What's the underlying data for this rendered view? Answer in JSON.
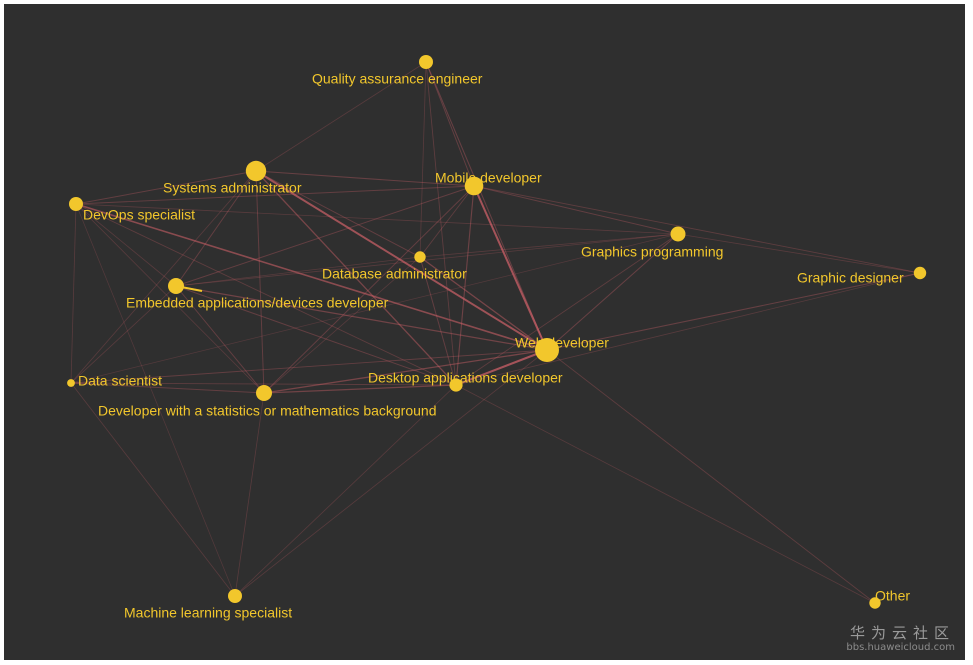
{
  "colors": {
    "background": "#2f2f2f",
    "node": "#f2c72c",
    "label": "#f2c72c",
    "edge": "#d9646c"
  },
  "nodes": [
    {
      "id": "qa",
      "label": "Quality assurance engineer",
      "weight": 0.45
    },
    {
      "id": "sysadmin",
      "label": "Systems administrator",
      "weight": 0.8
    },
    {
      "id": "mobile",
      "label": "Mobile developer",
      "weight": 0.7
    },
    {
      "id": "devops",
      "label": "DevOps specialist",
      "weight": 0.45
    },
    {
      "id": "graphics",
      "label": "Graphics programming",
      "weight": 0.5
    },
    {
      "id": "dba",
      "label": "Database administrator",
      "weight": 0.3
    },
    {
      "id": "designer",
      "label": "Graphic designer",
      "weight": 0.35
    },
    {
      "id": "embedded",
      "label": "Embedded applications/devices developer",
      "weight": 0.55
    },
    {
      "id": "web",
      "label": "Web developer",
      "weight": 1.0
    },
    {
      "id": "datasci",
      "label": "Data scientist",
      "weight": 0.1
    },
    {
      "id": "desktop",
      "label": "Desktop applications developer",
      "weight": 0.4
    },
    {
      "id": "stats",
      "label": "Developer with a statistics or mathematics background",
      "weight": 0.55
    },
    {
      "id": "ml",
      "label": "Machine learning specialist",
      "weight": 0.45
    },
    {
      "id": "other",
      "label": "Other",
      "weight": 0.3
    }
  ],
  "edges": [
    [
      "sysadmin",
      "web",
      0.9
    ],
    [
      "mobile",
      "web",
      0.95
    ],
    [
      "desktop",
      "web",
      0.95
    ],
    [
      "devops",
      "web",
      0.7
    ],
    [
      "sysadmin",
      "desktop",
      0.5
    ],
    [
      "dba",
      "web",
      0.5
    ],
    [
      "embedded",
      "web",
      0.45
    ],
    [
      "stats",
      "web",
      0.5
    ],
    [
      "stats",
      "desktop",
      0.45
    ],
    [
      "mobile",
      "desktop",
      0.4
    ],
    [
      "graphics",
      "web",
      0.35
    ],
    [
      "designer",
      "web",
      0.35
    ],
    [
      "qa",
      "web",
      0.35
    ],
    [
      "qa",
      "mobile",
      0.3
    ],
    [
      "qa",
      "desktop",
      0.25
    ],
    [
      "qa",
      "sysadmin",
      0.2
    ],
    [
      "qa",
      "dba",
      0.2
    ],
    [
      "sysadmin",
      "mobile",
      0.35
    ],
    [
      "sysadmin",
      "devops",
      0.3
    ],
    [
      "sysadmin",
      "dba",
      0.3
    ],
    [
      "sysadmin",
      "embedded",
      0.3
    ],
    [
      "sysadmin",
      "stats",
      0.3
    ],
    [
      "devops",
      "mobile",
      0.3
    ],
    [
      "devops",
      "graphics",
      0.2
    ],
    [
      "devops",
      "stats",
      0.2
    ],
    [
      "devops",
      "datasci",
      0.2
    ],
    [
      "devops",
      "embedded",
      0.2
    ],
    [
      "devops",
      "ml",
      0.15
    ],
    [
      "mobile",
      "graphics",
      0.3
    ],
    [
      "mobile",
      "designer",
      0.25
    ],
    [
      "mobile",
      "embedded",
      0.3
    ],
    [
      "mobile",
      "stats",
      0.3
    ],
    [
      "mobile",
      "dba",
      0.25
    ],
    [
      "graphics",
      "designer",
      0.2
    ],
    [
      "graphics",
      "embedded",
      0.2
    ],
    [
      "graphics",
      "desktop",
      0.25
    ],
    [
      "graphics",
      "datasci",
      0.15
    ],
    [
      "dba",
      "desktop",
      0.3
    ],
    [
      "dba",
      "embedded",
      0.2
    ],
    [
      "dba",
      "stats",
      0.2
    ],
    [
      "dba",
      "graphics",
      0.2
    ],
    [
      "embedded",
      "desktop",
      0.3
    ],
    [
      "embedded",
      "stats",
      0.3
    ],
    [
      "embedded",
      "datasci",
      0.2
    ],
    [
      "datasci",
      "stats",
      0.3
    ],
    [
      "datasci",
      "web",
      0.3
    ],
    [
      "datasci",
      "desktop",
      0.25
    ],
    [
      "datasci",
      "ml",
      0.2
    ],
    [
      "stats",
      "ml",
      0.2
    ],
    [
      "ml",
      "web",
      0.2
    ],
    [
      "ml",
      "desktop",
      0.2
    ],
    [
      "other",
      "web",
      0.25
    ],
    [
      "other",
      "desktop",
      0.2
    ],
    [
      "designer",
      "desktop",
      0.2
    ],
    [
      "devops",
      "desktop",
      0.25
    ],
    [
      "sysadmin",
      "datasci",
      0.2
    ]
  ],
  "watermark": {
    "text_cn": "华为云社区",
    "url": "bbs.huaweicloud.com"
  }
}
